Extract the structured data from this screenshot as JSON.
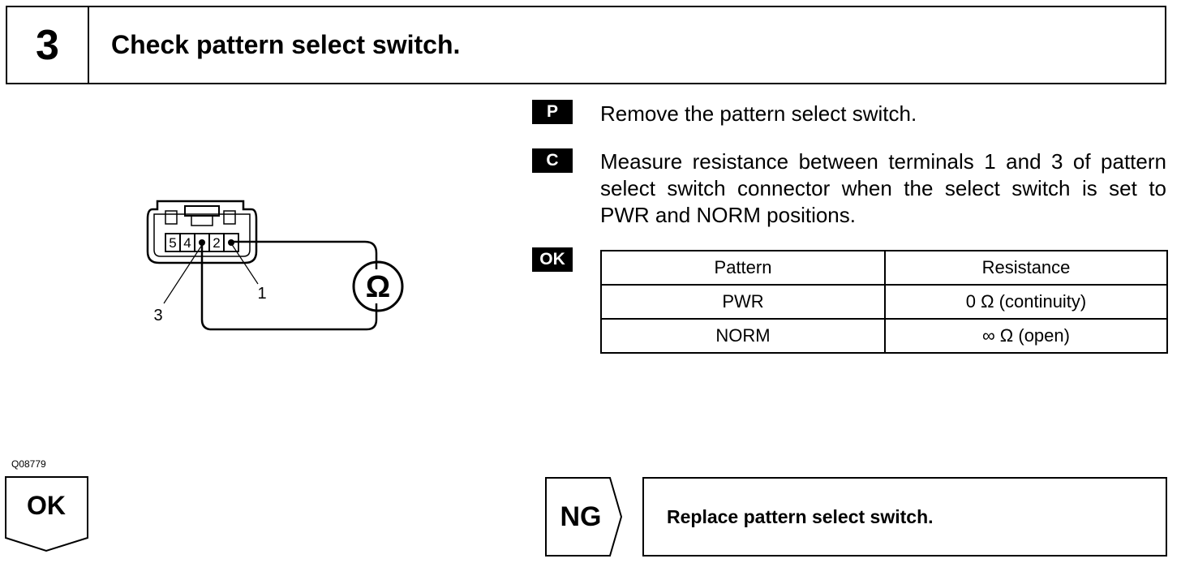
{
  "step": {
    "number": "3",
    "title": "Check pattern select switch."
  },
  "diagram": {
    "terminal_labels": [
      "5",
      "4",
      "2"
    ],
    "callout_1": "1",
    "callout_3": "3",
    "meter_symbol": "Ω",
    "figure_code": "Q08779"
  },
  "instructions": [
    {
      "badge": "P",
      "text": "Remove the pattern select switch."
    },
    {
      "badge": "C",
      "text": "Measure resistance between terminals 1 and 3 of pattern select switch connector when the select switch is set to PWR and NORM positions."
    }
  ],
  "result": {
    "badge": "OK",
    "headers": [
      "Pattern",
      "Resistance"
    ],
    "rows": [
      [
        "PWR",
        "0 Ω (continuity)"
      ],
      [
        "NORM",
        "∞ Ω (open)"
      ]
    ]
  },
  "flow": {
    "ok_label": "OK",
    "ng_label": "NG",
    "ng_action": "Replace pattern select switch."
  }
}
